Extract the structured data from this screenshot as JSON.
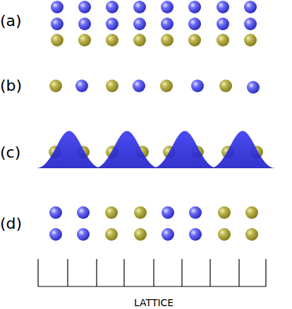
{
  "diagram": {
    "labels": [
      "(a)",
      "(b)",
      "(c)",
      "(d)",
      "LATTICE"
    ]
  }
}
